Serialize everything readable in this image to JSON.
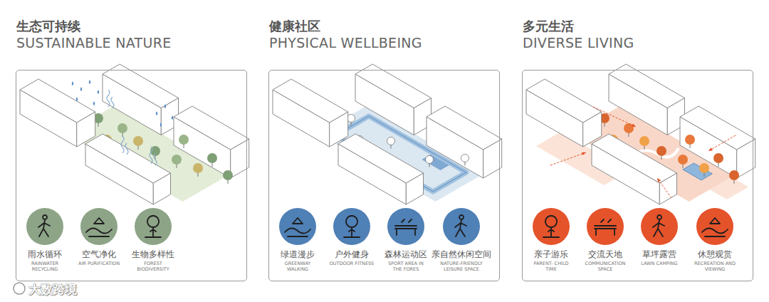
{
  "diagram": {
    "nodes": [
      {
        "text": [
          "生态可持续",
          "SUSTAINABLE NATURE"
        ]
      },
      {
        "text": [
          "雨水循环",
          "RAINWATER RECYCLING"
        ],
        "in": 0
      },
      {
        "text": [
          "空气净化",
          "AIR PURIFICATION"
        ],
        "in": 0
      },
      {
        "text": [
          "生物多样性",
          "FOREST BIODIVERSITY"
        ],
        "in": 0
      },
      {
        "text": [
          "健康社区",
          "PHYSICAL WELLBEING"
        ]
      },
      {
        "text": [
          "绿道漫步",
          "GREENWAY WALKING"
        ],
        "in": 4
      },
      {
        "text": [
          "户外健身",
          "OUTDOOR FITNESS"
        ],
        "in": 4
      },
      {
        "text": [
          "森林运动区",
          "SPORT AREA IN THE FORES"
        ],
        "in": 4
      },
      {
        "text": [
          "亲自然休闲空间",
          "NATURE-FRIENDLY LEISURE SPACE"
        ],
        "in": 4
      },
      {
        "text": [
          "多元生活",
          "DIVERSE LIVING"
        ]
      },
      {
        "text": [
          "亲子游乐",
          "PARENT- CHILD TIME"
        ],
        "in": 9
      },
      {
        "text": [
          "交流天地",
          "COMMUNICATION SPACE"
        ],
        "in": 9
      },
      {
        "text": [
          "草坪露营",
          "LAWN CAMPING"
        ],
        "in": 9
      },
      {
        "text": [
          "休憩观赏",
          "RECREATION AND VIEWING"
        ],
        "in": 9
      }
    ],
    "labels": [
      "大数跨境"
    ]
  }
}
